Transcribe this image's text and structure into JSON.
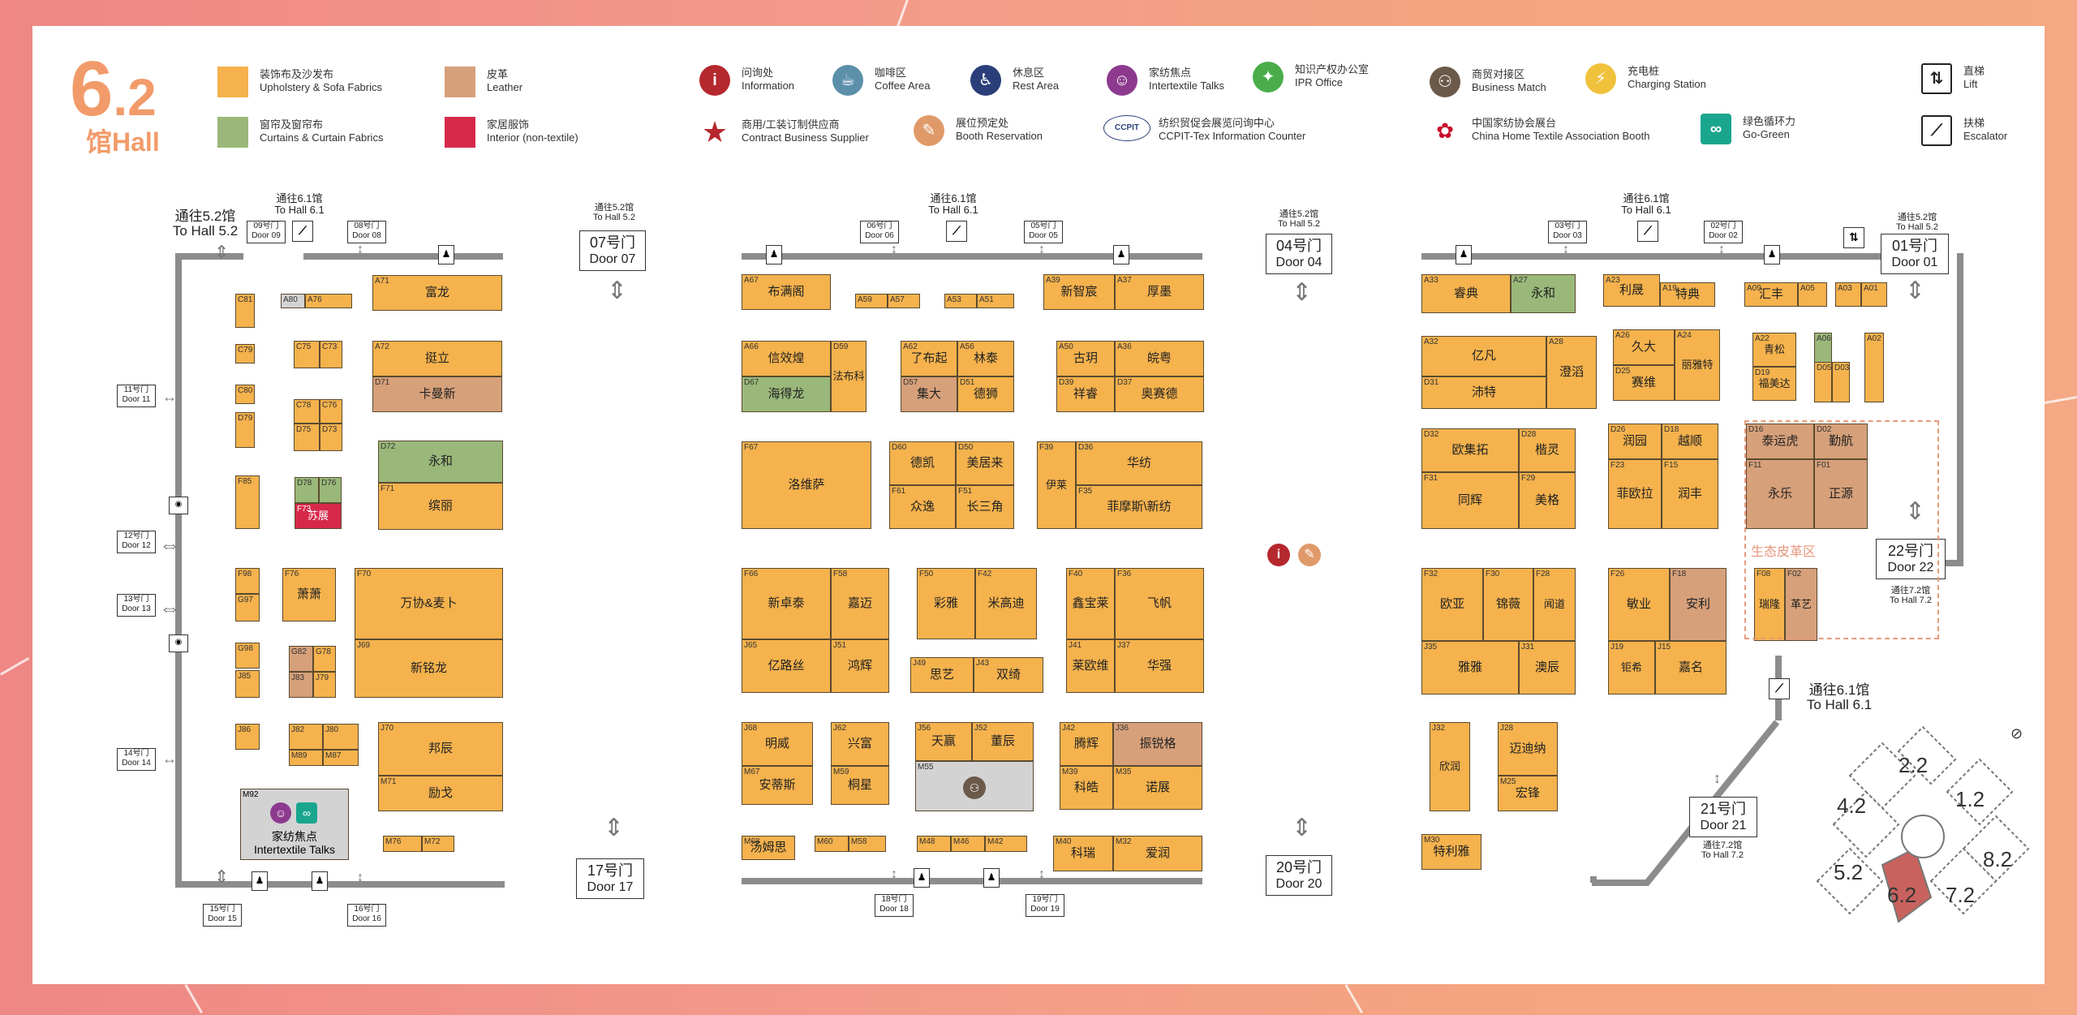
{
  "hall": {
    "number": "6",
    "number_sub": ".2",
    "label_cn": "馆",
    "label_en": "Hall"
  },
  "legend": {
    "upholstery": {
      "cn": "装饰布及沙发布",
      "en": "Upholstery & Sofa Fabrics",
      "color": "#f5b24d"
    },
    "curtains": {
      "cn": "窗帘及窗帘布",
      "en": "Curtains & Curtain Fabrics",
      "color": "#9ab87a"
    },
    "leather": {
      "cn": "皮革",
      "en": "Leather",
      "color": "#d6a07a"
    },
    "interior": {
      "cn": "家居服饰",
      "en": "Interior (non-textile)",
      "color": "#d6294a"
    },
    "information": {
      "cn": "问询处",
      "en": "Information",
      "icon": "info-icon"
    },
    "contract": {
      "cn": "商用/工装订制供应商",
      "en": "Contract Business Supplier",
      "icon": "star-icon"
    },
    "coffee": {
      "cn": "咖啡区",
      "en": "Coffee Area",
      "icon": "coffee-icon"
    },
    "rest": {
      "cn": "休息区",
      "en": "Rest Area",
      "icon": "rest-icon"
    },
    "booth_res": {
      "cn": "展位预定处",
      "en": "Booth Reservation",
      "icon": "pen-icon"
    },
    "talks": {
      "cn": "家纺焦点",
      "en": "Intertextile Talks",
      "icon": "talks-icon"
    },
    "ccpit": {
      "cn": "纺织贸促会展览问询中心",
      "en": "CCPIT-Tex Information Counter",
      "icon": "ccpit-icon"
    },
    "ipr": {
      "cn": "知识产权办公室",
      "en": "IPR Office",
      "icon": "ipr-icon"
    },
    "business": {
      "cn": "商贸对接区",
      "en": "Business Match",
      "icon": "business-icon"
    },
    "chta": {
      "cn": "中国家纺协会展台",
      "en": "China Home Textile Association Booth",
      "icon": "chta-icon"
    },
    "charging": {
      "cn": "充电桩",
      "en": "Charging Station",
      "icon": "charging-icon"
    },
    "gogreen": {
      "cn": "绿色循环力",
      "en": "Go-Green",
      "icon": "gogreen-icon"
    },
    "lift": {
      "cn": "直梯",
      "en": "Lift",
      "icon": "lift-icon"
    },
    "escalator": {
      "cn": "扶梯",
      "en": "Escalator",
      "icon": "escalator-icon"
    }
  },
  "doors": {
    "d01": {
      "cn": "01号门",
      "en": "Door 01"
    },
    "d04": {
      "cn": "04号门",
      "en": "Door 04"
    },
    "d07": {
      "cn": "07号门",
      "en": "Door 07"
    },
    "d17": {
      "cn": "17号门",
      "en": "Door 17"
    },
    "d20": {
      "cn": "20号门",
      "en": "Door 20"
    },
    "d21": {
      "cn": "21号门",
      "en": "Door 21"
    },
    "d22": {
      "cn": "22号门",
      "en": "Door 22"
    },
    "d02": {
      "cn": "02号门",
      "en": "Door 02"
    },
    "d03": {
      "cn": "03号门",
      "en": "Door 03"
    },
    "d05": {
      "cn": "05号门",
      "en": "Door 05"
    },
    "d06": {
      "cn": "06号门",
      "en": "Door 06"
    },
    "d08": {
      "cn": "08号门",
      "en": "Door 08"
    },
    "d09": {
      "cn": "09号门",
      "en": "Door 09"
    },
    "d11": {
      "cn": "11号门",
      "en": "Door 11"
    },
    "d12": {
      "cn": "12号门",
      "en": "Door 12"
    },
    "d13": {
      "cn": "13号门",
      "en": "Door 13"
    },
    "d14": {
      "cn": "14号门",
      "en": "Door 14"
    },
    "d15": {
      "cn": "15号门",
      "en": "Door 15"
    },
    "d16": {
      "cn": "16号门",
      "en": "Door 16"
    },
    "d18": {
      "cn": "18号门",
      "en": "Door 18"
    },
    "d19": {
      "cn": "19号门",
      "en": "Door 19"
    }
  },
  "directions": {
    "to61_a": {
      "cn": "通往6.1馆",
      "en": "To Hall 6.1"
    },
    "to52_a": {
      "cn": "通往5.2馆",
      "en": "To Hall 5.2"
    },
    "to52_s": {
      "cn": "通往5.2馆",
      "en": "To Hall 5.2"
    },
    "to72_s": {
      "cn": "通往7.2馆",
      "en": "To Hall 7.2"
    },
    "to61_big": {
      "cn": "通往6.1馆",
      "en": "To Hall 6.1"
    }
  },
  "zones": {
    "eco": "生态皮革区",
    "talks_cn": "家纺焦点",
    "talks_en": "Intertextile Talks"
  },
  "booths": [
    {
      "c": "A71",
      "n": "富龙",
      "t": "o"
    },
    {
      "c": "A72",
      "n": "挺立",
      "t": "o"
    },
    {
      "c": "D71",
      "n": "卡曼新",
      "t": "l"
    },
    {
      "c": "D72",
      "n": "永和",
      "t": "g"
    },
    {
      "c": "F71",
      "n": "缤丽",
      "t": "o"
    },
    {
      "c": "F73",
      "n": "苏展",
      "t": "r"
    },
    {
      "c": "F76",
      "n": "萧萧",
      "t": "o"
    },
    {
      "c": "F70",
      "n": "万协&麦卜",
      "t": "o"
    },
    {
      "c": "J69",
      "n": "新铭龙",
      "t": "o"
    },
    {
      "c": "J70",
      "n": "邦辰",
      "t": "o"
    },
    {
      "c": "M71",
      "n": "励戈",
      "t": "o"
    },
    {
      "c": "A67",
      "n": "布满阁",
      "t": "o"
    },
    {
      "c": "A66",
      "n": "信效煌",
      "t": "o"
    },
    {
      "c": "D67",
      "n": "海得龙",
      "t": "g"
    },
    {
      "c": "D59",
      "n": "法布科",
      "t": "o"
    },
    {
      "c": "A62",
      "n": "了布起",
      "t": "o"
    },
    {
      "c": "A56",
      "n": "林泰",
      "t": "o"
    },
    {
      "c": "D57",
      "n": "集大",
      "t": "l"
    },
    {
      "c": "D51",
      "n": "德狮",
      "t": "o"
    },
    {
      "c": "A39",
      "n": "新智宸",
      "t": "o"
    },
    {
      "c": "A37",
      "n": "厚墨",
      "t": "o"
    },
    {
      "c": "A50",
      "n": "古玥",
      "t": "o"
    },
    {
      "c": "A36",
      "n": "皖粤",
      "t": "o"
    },
    {
      "c": "D39",
      "n": "祥睿",
      "t": "o"
    },
    {
      "c": "D37",
      "n": "奥赛德",
      "t": "o"
    },
    {
      "c": "F67",
      "n": "洛维萨",
      "t": "o"
    },
    {
      "c": "D60",
      "n": "德凯",
      "t": "o"
    },
    {
      "c": "D50",
      "n": "美居来",
      "t": "o"
    },
    {
      "c": "F61",
      "n": "众逸",
      "t": "o"
    },
    {
      "c": "F51",
      "n": "长三角",
      "t": "o"
    },
    {
      "c": "F39",
      "n": "伊莱",
      "t": "o"
    },
    {
      "c": "D36",
      "n": "华纺",
      "t": "o"
    },
    {
      "c": "F35",
      "n": "菲摩斯\\新纺",
      "t": "o"
    },
    {
      "c": "F66",
      "n": "新卓泰",
      "t": "o"
    },
    {
      "c": "F58",
      "n": "嘉迈",
      "t": "o"
    },
    {
      "c": "J65",
      "n": "亿路丝",
      "t": "o"
    },
    {
      "c": "J51",
      "n": "鸿辉",
      "t": "o"
    },
    {
      "c": "F50",
      "n": "彩雅",
      "t": "o"
    },
    {
      "c": "F42",
      "n": "米高迪",
      "t": "o"
    },
    {
      "c": "J49",
      "n": "思艺",
      "t": "o"
    },
    {
      "c": "J43",
      "n": "双绮",
      "t": "o"
    },
    {
      "c": "F40",
      "n": "鑫宝莱",
      "t": "o"
    },
    {
      "c": "F36",
      "n": "飞帆",
      "t": "o"
    },
    {
      "c": "J41",
      "n": "莱欧维",
      "t": "o"
    },
    {
      "c": "J37",
      "n": "华强",
      "t": "o"
    },
    {
      "c": "J68",
      "n": "明威",
      "t": "o"
    },
    {
      "c": "J62",
      "n": "兴富",
      "t": "o"
    },
    {
      "c": "M67",
      "n": "安蒂斯",
      "t": "o"
    },
    {
      "c": "M59",
      "n": "桐星",
      "t": "o"
    },
    {
      "c": "J56",
      "n": "天赢",
      "t": "o"
    },
    {
      "c": "J52",
      "n": "董辰",
      "t": "o"
    },
    {
      "c": "J42",
      "n": "腾辉",
      "t": "o"
    },
    {
      "c": "J36",
      "n": "振锐格",
      "t": "l"
    },
    {
      "c": "M39",
      "n": "科皓",
      "t": "o"
    },
    {
      "c": "M35",
      "n": "诺展",
      "t": "o"
    },
    {
      "c": "M68",
      "n": "汤姆思",
      "t": "o"
    },
    {
      "c": "M40",
      "n": "科瑞",
      "t": "o"
    },
    {
      "c": "M32",
      "n": "爱润",
      "t": "o"
    },
    {
      "c": "A33",
      "n": "睿典",
      "t": "o"
    },
    {
      "c": "A27",
      "n": "永和",
      "t": "g"
    },
    {
      "c": "A23",
      "n": "利晟",
      "t": "o"
    },
    {
      "c": "A19",
      "n": "特典",
      "t": "o"
    },
    {
      "c": "A09",
      "n": "汇丰",
      "t": "o"
    },
    {
      "c": "A32",
      "n": "亿凡",
      "t": "o"
    },
    {
      "c": "D31",
      "n": "沛特",
      "t": "o"
    },
    {
      "c": "A28",
      "n": "澄滔",
      "t": "o"
    },
    {
      "c": "A26",
      "n": "久大",
      "t": "o"
    },
    {
      "c": "D25",
      "n": "赛维",
      "t": "o"
    },
    {
      "c": "A24",
      "n": "丽雅特",
      "t": "o"
    },
    {
      "c": "A22",
      "n": "青松",
      "t": "o"
    },
    {
      "c": "D19",
      "n": "福美达",
      "t": "o"
    },
    {
      "c": "D32",
      "n": "欧集拓",
      "t": "o"
    },
    {
      "c": "D28",
      "n": "楷灵",
      "t": "o"
    },
    {
      "c": "F31",
      "n": "同辉",
      "t": "o"
    },
    {
      "c": "F29",
      "n": "美格",
      "t": "o"
    },
    {
      "c": "D26",
      "n": "润园",
      "t": "o"
    },
    {
      "c": "D18",
      "n": "越顺",
      "t": "o"
    },
    {
      "c": "F23",
      "n": "菲欧拉",
      "t": "o"
    },
    {
      "c": "F15",
      "n": "润丰",
      "t": "o"
    },
    {
      "c": "D16",
      "n": "泰运虎",
      "t": "l"
    },
    {
      "c": "D02",
      "n": "勤航",
      "t": "l"
    },
    {
      "c": "F11",
      "n": "永乐",
      "t": "l"
    },
    {
      "c": "F01",
      "n": "正源",
      "t": "l"
    },
    {
      "c": "F32",
      "n": "欧亚",
      "t": "o"
    },
    {
      "c": "F30",
      "n": "锦薇",
      "t": "o"
    },
    {
      "c": "F28",
      "n": "闻道",
      "t": "o"
    },
    {
      "c": "J35",
      "n": "雅雅",
      "t": "o"
    },
    {
      "c": "J31",
      "n": "澳辰",
      "t": "o"
    },
    {
      "c": "F26",
      "n": "敏业",
      "t": "o"
    },
    {
      "c": "F18",
      "n": "安利",
      "t": "l"
    },
    {
      "c": "J19",
      "n": "钜希",
      "t": "o"
    },
    {
      "c": "J15",
      "n": "嘉名",
      "t": "o"
    },
    {
      "c": "F08",
      "n": "瑞隆",
      "t": "o"
    },
    {
      "c": "F02",
      "n": "革艺",
      "t": "l"
    },
    {
      "c": "J32",
      "n": "欣润",
      "t": "o"
    },
    {
      "c": "J28",
      "n": "迈迪纳",
      "t": "o"
    },
    {
      "c": "M25",
      "n": "宏锋",
      "t": "o"
    },
    {
      "c": "M30",
      "n": "特利雅",
      "t": "o"
    }
  ],
  "small_codes": [
    "C81",
    "A80",
    "A76",
    "C79",
    "C80",
    "D79",
    "C75",
    "C73",
    "C78",
    "C76",
    "D75",
    "D73",
    "F85",
    "D78",
    "D76",
    "F98",
    "G97",
    "G98",
    "G82",
    "G78",
    "J85",
    "J83",
    "J79",
    "J86",
    "J82",
    "J80",
    "M89",
    "M87",
    "M92",
    "M76",
    "M72",
    "A59",
    "A57",
    "A53",
    "A51",
    "M55",
    "M60",
    "M58",
    "M48",
    "M46",
    "M42",
    "A05",
    "A03",
    "A01",
    "A06",
    "A02",
    "D05",
    "D03"
  ],
  "minimap": {
    "halls": [
      "2.2",
      "1.2",
      "4.2",
      "8.2",
      "5.2",
      "7.2",
      "6.2"
    ]
  }
}
